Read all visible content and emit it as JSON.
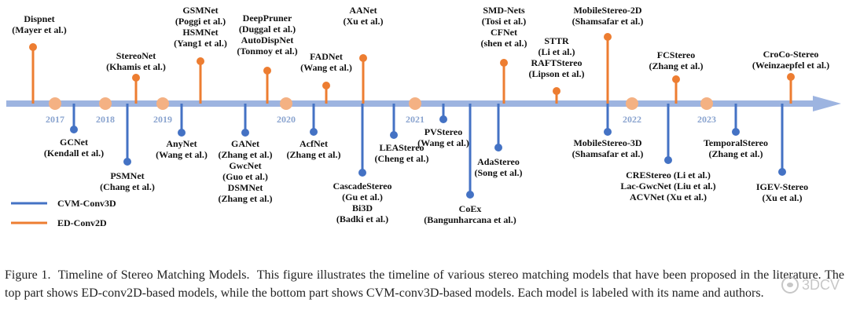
{
  "legend": [
    {
      "label": "CVM-Conv3D",
      "color": "#4472c4"
    },
    {
      "label": "ED-Conv2D",
      "color": "#ed7d31"
    }
  ],
  "timeline_color": "#9db4e0",
  "year_marker_color": "#f4b183",
  "year_label_color": "#8aa4cf",
  "years": [
    "2017",
    "2018",
    "2019",
    "2020",
    "2021",
    "2022",
    "2023"
  ],
  "models": [
    {
      "group": "top",
      "lines": [
        "Dispnet",
        "(Mayer et al.)"
      ]
    },
    {
      "group": "top",
      "lines": [
        "StereoNet",
        "(Khamis et al.)"
      ]
    },
    {
      "group": "top",
      "lines": [
        "GSMNet",
        "(Poggi et al.)",
        "HSMNet",
        "(Yang1 et al.)"
      ]
    },
    {
      "group": "top",
      "lines": [
        "DeepPruner",
        "(Duggal et al.)",
        "AutoDispNet",
        "(Tonmoy et al.)"
      ]
    },
    {
      "group": "top",
      "lines": [
        "FADNet",
        "(Wang et al.)"
      ]
    },
    {
      "group": "top",
      "lines": [
        "AANet",
        "(Xu et al.)"
      ]
    },
    {
      "group": "top",
      "lines": [
        "SMD-Nets",
        "(Tosi et al.)",
        "CFNet",
        "(shen et al.)"
      ]
    },
    {
      "group": "top",
      "lines": [
        "STTR",
        "(Li et al.)",
        "RAFTStereo",
        "(Lipson et al.)"
      ]
    },
    {
      "group": "top",
      "lines": [
        "MobileStereo-2D",
        "(Shamsafar et al.)"
      ]
    },
    {
      "group": "top",
      "lines": [
        "FCStereo",
        "(Zhang et al.)"
      ]
    },
    {
      "group": "top",
      "lines": [
        "CroCo-Stereo",
        "(Weinzaepfel et al.)"
      ]
    },
    {
      "group": "bottom",
      "lines": [
        "GCNet",
        "(Kendall et al.)"
      ]
    },
    {
      "group": "bottom",
      "lines": [
        "PSMNet",
        "(Chang et al.)"
      ]
    },
    {
      "group": "bottom",
      "lines": [
        "AnyNet",
        "(Wang et al.)"
      ]
    },
    {
      "group": "bottom",
      "lines": [
        "GANet",
        "(Zhang et al.)",
        "GwcNet",
        "(Guo et al.)",
        "DSMNet",
        "(Zhang et al.)"
      ]
    },
    {
      "group": "bottom",
      "lines": [
        "AcfNet",
        "(Zhang et al.)"
      ]
    },
    {
      "group": "bottom",
      "lines": [
        "CascadeStereo",
        "(Gu et al.)",
        "Bi3D",
        "(Badki et al.)"
      ]
    },
    {
      "group": "bottom",
      "lines": [
        "LEAStereo",
        "(Cheng et al.)"
      ]
    },
    {
      "group": "bottom",
      "lines": [
        "PVStereo",
        "(Wang et al.)"
      ]
    },
    {
      "group": "bottom",
      "lines": [
        "CoEx",
        "(Bangunharcana et al.)"
      ]
    },
    {
      "group": "bottom",
      "lines": [
        "AdaStereo",
        "(Song et al.)"
      ]
    },
    {
      "group": "bottom",
      "lines": [
        "MobileStereo-3D",
        "(Shamsafar et al.)"
      ]
    },
    {
      "group": "bottom",
      "lines": [
        "CREStereo (Li et al.)",
        "Lac-GwcNet (Liu et al.)",
        "ACVNet (Xu et al.)"
      ]
    },
    {
      "group": "bottom",
      "lines": [
        "TemporalStereo",
        "(Zhang et al.)"
      ]
    },
    {
      "group": "bottom",
      "lines": [
        "IGEV-Stereo",
        "(Xu et al.)"
      ]
    }
  ],
  "caption": {
    "figure_label": "Figure 1.",
    "title": "Timeline of Stereo Matching Models.",
    "body": "This figure illustrates the timeline of various stereo matching models that have been proposed in the literature. The top part shows ED-conv2D-based models, while the bottom part shows CVM-conv3D-based models. Each model is labeled with its name and authors."
  },
  "watermark": "3DCV"
}
